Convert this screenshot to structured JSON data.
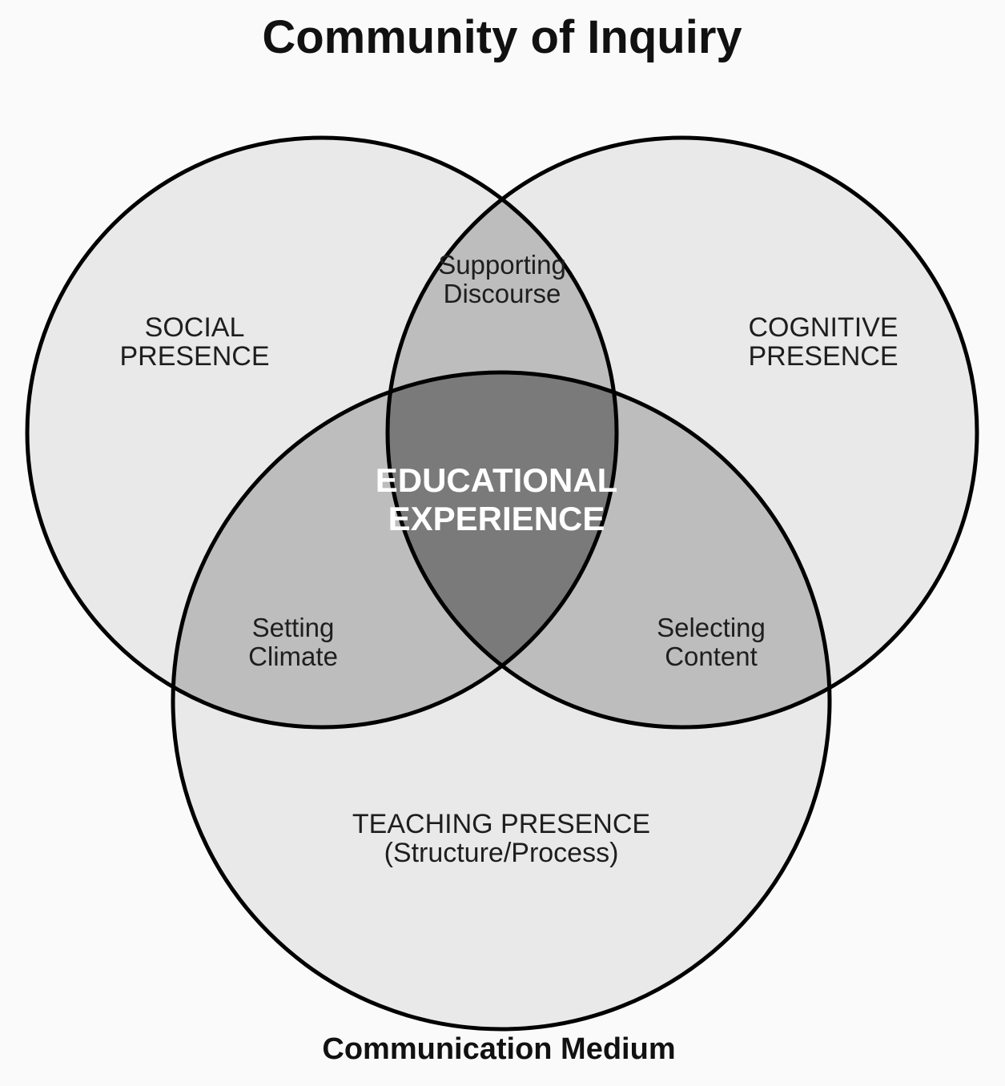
{
  "title": "Community of Inquiry",
  "footer": "Communication Medium",
  "colors": {
    "background": "#fafafa",
    "circle_fill": "#e9e9e9",
    "pair_overlap": "#bdbdbd",
    "center": "#7a7a7a",
    "stroke": "#000000",
    "label_text": "#1e1e1e",
    "center_text": "#ffffff"
  },
  "sets": {
    "social": {
      "line1": "SOCIAL",
      "line2": "PRESENCE"
    },
    "cognitive": {
      "line1": "COGNITIVE",
      "line2": "PRESENCE"
    },
    "teaching": {
      "line1": "TEACHING PRESENCE",
      "line2": "(Structure/Process)"
    }
  },
  "overlaps": {
    "social_cognitive": {
      "line1": "Supporting",
      "line2": "Discourse"
    },
    "social_teaching": {
      "line1": "Setting",
      "line2": "Climate"
    },
    "cognitive_teaching": {
      "line1": "Selecting",
      "line2": "Content"
    }
  },
  "center": {
    "line1": "EDUCATIONAL",
    "line2": "EXPERIENCE"
  }
}
